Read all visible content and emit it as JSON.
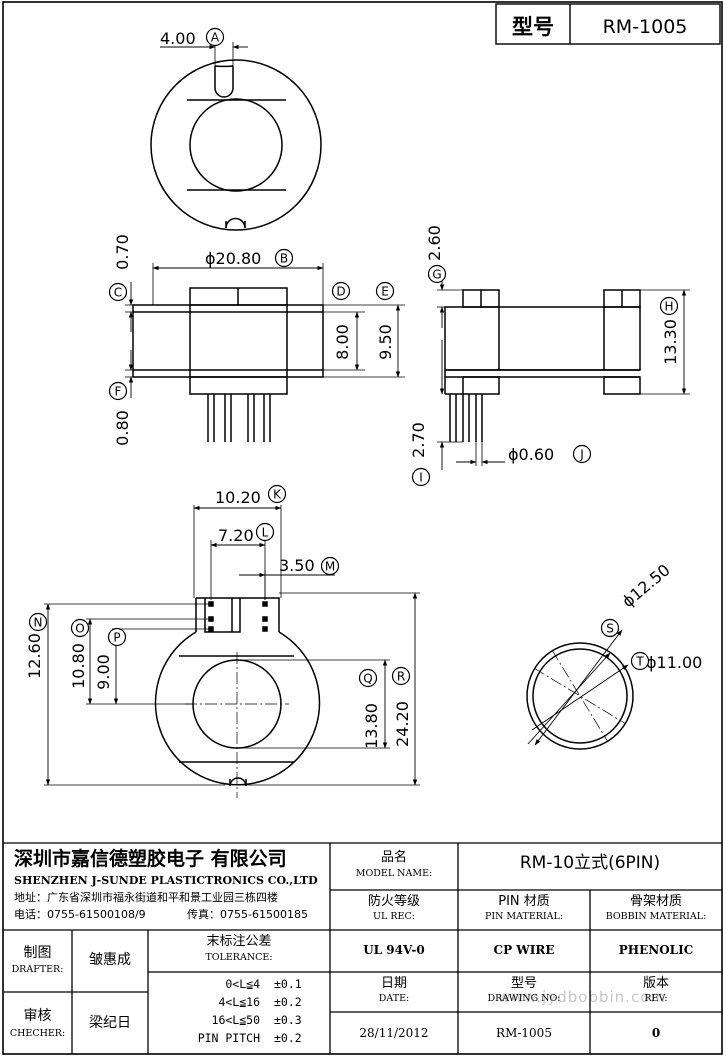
{
  "header": {
    "type_label": "型号",
    "model_no": "RM-1005"
  },
  "dimensions": {
    "A": "4.00",
    "B": "ϕ20.80",
    "C": "0.70",
    "D": "8.00",
    "E": "9.50",
    "F": "0.80",
    "G": "2.60",
    "H": "13.30",
    "I": "2.70",
    "J": "ϕ0.60",
    "K": "10.20",
    "L": "7.20",
    "M": "3.50",
    "N": "12.60",
    "O": "10.80",
    "P": "9.00",
    "Q": "13.80",
    "R": "24.20",
    "S": "ϕ12.50",
    "T": "ϕ11.00"
  },
  "tags": [
    "A",
    "B",
    "C",
    "D",
    "E",
    "F",
    "G",
    "H",
    "I",
    "J",
    "K",
    "L",
    "M",
    "N",
    "O",
    "P",
    "Q",
    "R",
    "S",
    "T"
  ],
  "watermark": "www.jydbobbin.com",
  "title_block": {
    "company_cn": "深圳市嘉信德塑胶电子 有限公司",
    "company_en": "SHENZHEN J-SUNDE PLASTICTRONICS CO.,LTD",
    "address": "地址：广东省深圳市福永街道和平和景工业园三栋四楼",
    "phone": "电话：0755-61500108/9",
    "fax": "传真：0755-61500185",
    "drafter_cn": "制图",
    "drafter_en": "DRAFTER:",
    "drafter_name": "皱惠成",
    "checker_cn": "审核",
    "checker_en": "CHECHER:",
    "checker_name": "梁纪日",
    "tolerance_cn": "末标注公差",
    "tolerance_en": "TOLERANCE:",
    "tolerances": [
      {
        "range": "0<L≦4",
        "value": "±0.1"
      },
      {
        "range": "4<L≦16",
        "value": "±0.2"
      },
      {
        "range": "16<L≦50",
        "value": "±0.3"
      },
      {
        "range": "PIN PITCH",
        "value": "±0.2"
      }
    ],
    "model_name_cn": "品名",
    "model_name_en": "MODEL NAME:",
    "model_name": "RM-10立式(6PIN)",
    "ul_rec_cn": "防火等级",
    "ul_rec_en": "UL REC:",
    "ul_rec": "UL 94V-0",
    "pin_material_cn": "PIN 材质",
    "pin_material_en": "PIN MATERIAL:",
    "pin_material": "CP WIRE",
    "bobbin_material_cn": "骨架材质",
    "bobbin_material_en": "BOBBIN MATERIAL:",
    "bobbin_material": "PHENOLIC",
    "date_cn": "日期",
    "date_en": "DATE:",
    "date": "28/11/2012",
    "drawing_no_cn": "型号",
    "drawing_no_en": "DRAWING NO:",
    "drawing_no": "RM-1005",
    "rev_cn": "版本",
    "rev_en": "REV:",
    "rev": "0"
  }
}
